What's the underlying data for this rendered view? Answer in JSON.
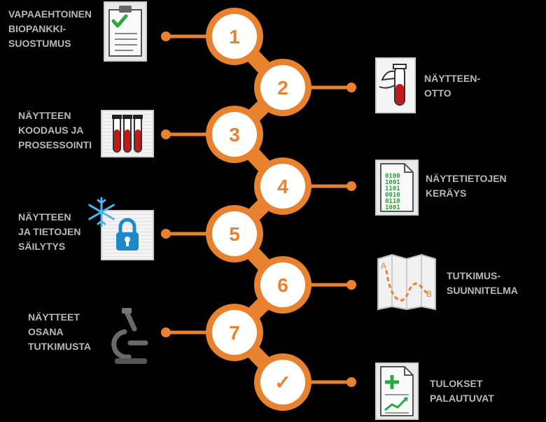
{
  "colors": {
    "accent": "#e8822e",
    "accent_light": "#f3a35f",
    "circle_fill": "#ffffff",
    "label_text": "#b9b9b9",
    "background": "#000000",
    "check_green": "#29a843",
    "tube_red": "#c01a1a",
    "binary_green": "#2e9e3a"
  },
  "steps": [
    {
      "number": "1",
      "side": "left",
      "lines": [
        "VAPAAEHTOINEN",
        "BIOPANKKI-",
        "SUOSTUMUS"
      ],
      "icon": "consent-clipboard-icon"
    },
    {
      "number": "2",
      "side": "right",
      "lines": [
        "NÄYTTEEN-",
        "OTTO"
      ],
      "icon": "sample-tube-icon"
    },
    {
      "number": "3",
      "side": "left",
      "lines": [
        "NÄYTTEEN",
        "KOODAUS JA",
        "PROSESSOINTI"
      ],
      "icon": "test-tubes-rack-icon"
    },
    {
      "number": "4",
      "side": "right",
      "lines": [
        "NÄYTETIETOJEN",
        "KERÄYS"
      ],
      "icon": "binary-data-document-icon"
    },
    {
      "number": "5",
      "side": "left",
      "lines": [
        "NÄYTTEEN",
        "JA TIETOJEN",
        "SÄILYTYS"
      ],
      "icon": "frozen-lock-icon"
    },
    {
      "number": "6",
      "side": "right",
      "lines": [
        "TUTKIMUS-",
        "SUUNNITELMA"
      ],
      "icon": "research-map-icon"
    },
    {
      "number": "7",
      "side": "left",
      "lines": [
        "NÄYTTEET",
        "OSANA",
        "TUTKIMUSTA"
      ],
      "icon": "microscope-icon"
    },
    {
      "number": "✓",
      "side": "right",
      "lines": [
        "TULOKSET",
        "PALAUTUVAT"
      ],
      "icon": "results-chart-document-icon"
    }
  ],
  "map_points": {
    "start": "A",
    "end": "B"
  },
  "binary_rows": [
    "0100",
    "1001",
    "1101",
    "0010",
    "0110",
    "1001"
  ]
}
